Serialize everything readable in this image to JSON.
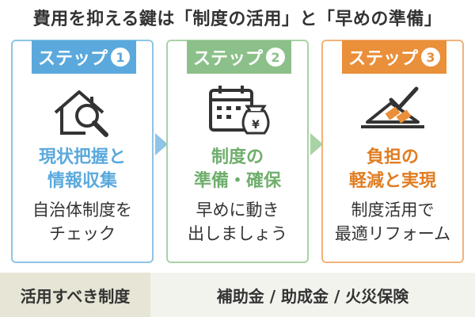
{
  "title": "費用を抑える鍵は「制度の活用」と「早めの準備」",
  "colors": {
    "step1": "#5ba9dc",
    "step2": "#8cc08a",
    "step3": "#ea8f3a",
    "bottom_label_bg": "#e7e5d5",
    "bottom_bg": "#f3f3ee"
  },
  "steps": [
    {
      "label": "ステップ",
      "number": "1",
      "icon": "house-magnifier-icon",
      "title_lines": [
        "現状把握と",
        "情報収集"
      ],
      "desc_lines": [
        "自治体制度を",
        "チェック"
      ]
    },
    {
      "label": "ステップ",
      "number": "2",
      "icon": "calendar-moneybag-icon",
      "title_lines": [
        "制度の",
        "準備・確保"
      ],
      "desc_lines": [
        "早めに動き",
        "出しましょう"
      ]
    },
    {
      "label": "ステップ",
      "number": "3",
      "icon": "roof-checkmark-icon",
      "title_lines": [
        "負担の",
        "軽減と実現"
      ],
      "desc_lines": [
        "制度活用で",
        "最適リフォーム"
      ]
    }
  ],
  "bottom": {
    "label": "活用すべき制度",
    "value": "補助金 / 助成金 / 火災保険"
  }
}
